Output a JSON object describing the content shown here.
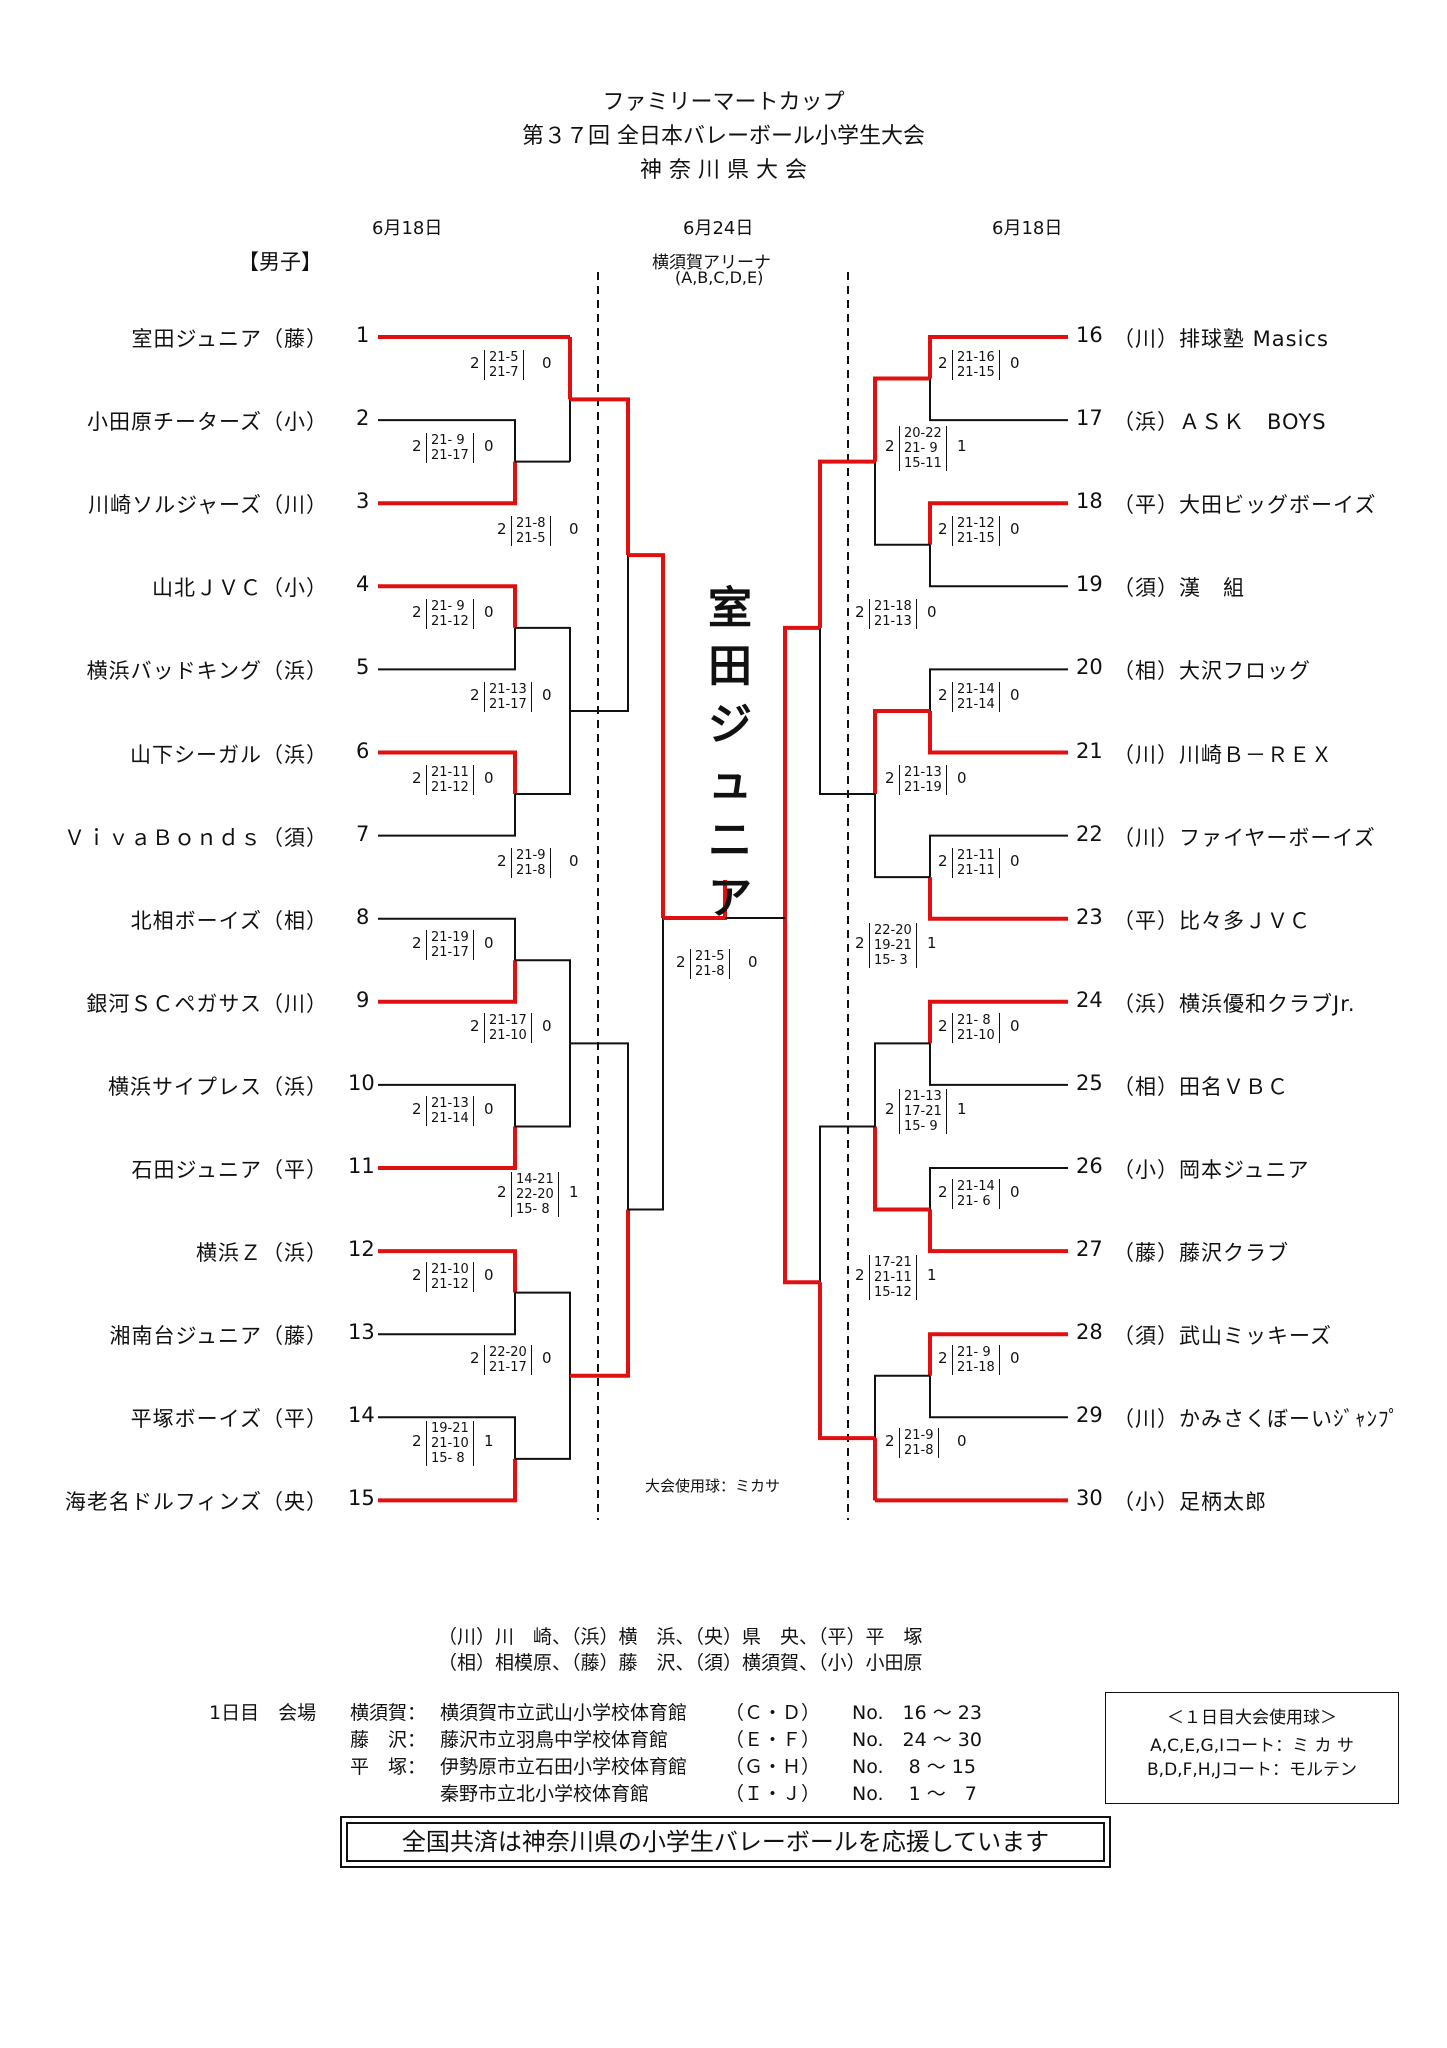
{
  "header": {
    "line1": "ファミリーマートカップ",
    "line2": "第３７回 全日本バレーボール小学生大会",
    "line3": "神 奈 川 県 大 会"
  },
  "dates": {
    "left": "6月18日",
    "center": "6月24日",
    "right": "6月18日"
  },
  "division": "【男子】",
  "final_venue": {
    "name": "横須賀アリーナ",
    "courts": "(A,B,C,D,E)"
  },
  "champion": "室田ジュニア",
  "ball_note": "大会使用球：ミカサ",
  "left_teams": [
    {
      "name": "室田ジュニア（藤）",
      "no": "1"
    },
    {
      "name": "小田原チーターズ（小）",
      "no": "2"
    },
    {
      "name": "川崎ソルジャーズ（川）",
      "no": "3"
    },
    {
      "name": "山北ＪＶＣ（小）",
      "no": "4"
    },
    {
      "name": "横浜バッドキング（浜）",
      "no": "5"
    },
    {
      "name": "山下シーガル（浜）",
      "no": "6"
    },
    {
      "name": "ＶｉｖａＢｏｎｄｓ（須）",
      "no": "7"
    },
    {
      "name": "北相ボーイズ（相）",
      "no": "8"
    },
    {
      "name": "銀河ＳＣペガサス（川）",
      "no": "9"
    },
    {
      "name": "横浜サイプレス（浜）",
      "no": "10"
    },
    {
      "name": "石田ジュニア（平）",
      "no": "11"
    },
    {
      "name": "横浜Ｚ（浜）",
      "no": "12"
    },
    {
      "name": "湘南台ジュニア（藤）",
      "no": "13"
    },
    {
      "name": "平塚ボーイズ（平）",
      "no": "14"
    },
    {
      "name": "海老名ドルフィンズ（央）",
      "no": "15"
    }
  ],
  "right_teams": [
    {
      "no": "16",
      "name": "（川）排球塾 Masics"
    },
    {
      "no": "17",
      "name": "（浜）ＡＳＫ　BOYS"
    },
    {
      "no": "18",
      "name": "（平）大田ビッグボーイズ"
    },
    {
      "no": "19",
      "name": "（須）漢　組"
    },
    {
      "no": "20",
      "name": "（相）大沢フロッグ"
    },
    {
      "no": "21",
      "name": "（川）川崎Ｂ－ＲＥＸ"
    },
    {
      "no": "22",
      "name": "（川）ファイヤーボーイズ"
    },
    {
      "no": "23",
      "name": "（平）比々多ＪＶＣ"
    },
    {
      "no": "24",
      "name": "（浜）横浜優和クラブJr."
    },
    {
      "no": "25",
      "name": "（相）田名ＶＢＣ"
    },
    {
      "no": "26",
      "name": "（小）岡本ジュニア"
    },
    {
      "no": "27",
      "name": "（藤）藤沢クラブ"
    },
    {
      "no": "28",
      "name": "（須）武山ミッキーズ"
    },
    {
      "no": "29",
      "name": "（川）かみさくぼーいｼﾞｬﾝﾌﾟ"
    },
    {
      "no": "30",
      "name": "（小）足柄太郎"
    }
  ],
  "scores": [
    {
      "w": "2",
      "sets": [
        "21-5",
        "21-7"
      ],
      "l": "0"
    },
    {
      "w": "2",
      "sets": [
        "21- 9",
        "21-17"
      ],
      "l": "0"
    },
    {
      "w": "2",
      "sets": [
        "21-8",
        "21-5"
      ],
      "l": "0"
    },
    {
      "w": "2",
      "sets": [
        "21- 9",
        "21-12"
      ],
      "l": "0"
    },
    {
      "w": "2",
      "sets": [
        "21-13",
        "21-17"
      ],
      "l": "0"
    },
    {
      "w": "2",
      "sets": [
        "21-11",
        "21-12"
      ],
      "l": "0"
    },
    {
      "w": "2",
      "sets": [
        "21-9",
        "21-8"
      ],
      "l": "0"
    },
    {
      "w": "2",
      "sets": [
        "21-19",
        "21-17"
      ],
      "l": "0"
    },
    {
      "w": "2",
      "sets": [
        "21-17",
        "21-10"
      ],
      "l": "0"
    },
    {
      "w": "2",
      "sets": [
        "21-13",
        "21-14"
      ],
      "l": "0"
    },
    {
      "w": "2",
      "sets": [
        "14-21",
        "22-20",
        "15- 8"
      ],
      "l": "1"
    },
    {
      "w": "2",
      "sets": [
        "21-10",
        "21-12"
      ],
      "l": "0"
    },
    {
      "w": "2",
      "sets": [
        "22-20",
        "21-17"
      ],
      "l": "0"
    },
    {
      "w": "2",
      "sets": [
        "19-21",
        "21-10",
        "15- 8"
      ],
      "l": "1"
    },
    {
      "w": "2",
      "sets": [
        "21-5",
        "21-8"
      ],
      "l": "0"
    },
    {
      "w": "2",
      "sets": [
        "21-16",
        "21-15"
      ],
      "l": "0"
    },
    {
      "w": "2",
      "sets": [
        "20-22",
        "21- 9",
        "15-11"
      ],
      "l": "1"
    },
    {
      "w": "2",
      "sets": [
        "21-12",
        "21-15"
      ],
      "l": "0"
    },
    {
      "w": "2",
      "sets": [
        "21-18",
        "21-13"
      ],
      "l": "0"
    },
    {
      "w": "2",
      "sets": [
        "21-14",
        "21-14"
      ],
      "l": "0"
    },
    {
      "w": "2",
      "sets": [
        "21-13",
        "21-19"
      ],
      "l": "0"
    },
    {
      "w": "2",
      "sets": [
        "21-11",
        "21-11"
      ],
      "l": "0"
    },
    {
      "w": "2",
      "sets": [
        "22-20",
        "19-21",
        "15- 3"
      ],
      "l": "1"
    },
    {
      "w": "2",
      "sets": [
        "21- 8",
        "21-10"
      ],
      "l": "0"
    },
    {
      "w": "2",
      "sets": [
        "21-13",
        "17-21",
        "15- 9"
      ],
      "l": "1"
    },
    {
      "w": "2",
      "sets": [
        "21-14",
        "21- 6"
      ],
      "l": "0"
    },
    {
      "w": "2",
      "sets": [
        "17-21",
        "21-11",
        "15-12"
      ],
      "l": "1"
    },
    {
      "w": "2",
      "sets": [
        "21- 9",
        "21-18"
      ],
      "l": "0"
    },
    {
      "w": "2",
      "sets": [
        "21-9",
        "21-8"
      ],
      "l": "0"
    }
  ],
  "legend": {
    "line1": "（川）川　崎、（浜）横　浜、（央）県　央、（平）平　塚",
    "line2": "（相）相模原、（藤）藤　沢、（須）横須賀、（小）小田原"
  },
  "day1": {
    "label": "1日目　会場",
    "rows": [
      {
        "city": "横須賀：",
        "venue": "横須賀市立武山小学校体育館",
        "courts": "（Ｃ・Ｄ）",
        "range": "No.　16 ～ 23"
      },
      {
        "city": "藤　沢：",
        "venue": "藤沢市立羽鳥中学校体育館",
        "courts": "（Ｅ・Ｆ）",
        "range": "No.　24 ～ 30"
      },
      {
        "city": "平　塚：",
        "venue": "伊勢原市立石田小学校体育館",
        "courts": "（Ｇ・Ｈ）",
        "range": "No.　 8 ～ 15"
      },
      {
        "city": "",
        "venue": "秦野市立北小学校体育館",
        "courts": "（Ｉ・Ｊ）",
        "range": "No.　 1 ～　7"
      }
    ]
  },
  "day1_ball": {
    "title": "＜１日目大会使用球＞",
    "line1": "A,C,E,G,Iコート：ミ カ サ",
    "line2": "B,D,F,H,Jコート：モルテン"
  },
  "banner": "全国共済は神奈川県の小学生バレーボールを応援しています",
  "colors": {
    "winner": "#e01010",
    "line": "#111111"
  }
}
